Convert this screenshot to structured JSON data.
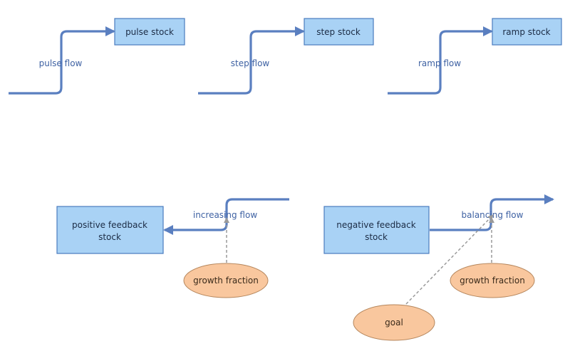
{
  "stocks": {
    "pulse": "pulse stock",
    "step": "step stock",
    "ramp": "ramp stock",
    "positive_line1": "positive feedback",
    "positive_line2": "stock",
    "negative_line1": "negative feedback",
    "negative_line2": "stock"
  },
  "flows": {
    "pulse": "pulse flow",
    "step": "step flow",
    "ramp": "ramp flow",
    "increasing": "increasing flow",
    "balancing": "balancing flow"
  },
  "auxiliaries": {
    "growth_left": "growth fraction",
    "growth_right": "growth fraction",
    "goal": "goal"
  },
  "colors": {
    "stock_fill": "#a9d2f5",
    "stock_border": "#4a7bbf",
    "flow_pipe": "#5a7fc0",
    "auxiliary_fill": "#f9c79e",
    "connector": "#9a9a9a"
  }
}
